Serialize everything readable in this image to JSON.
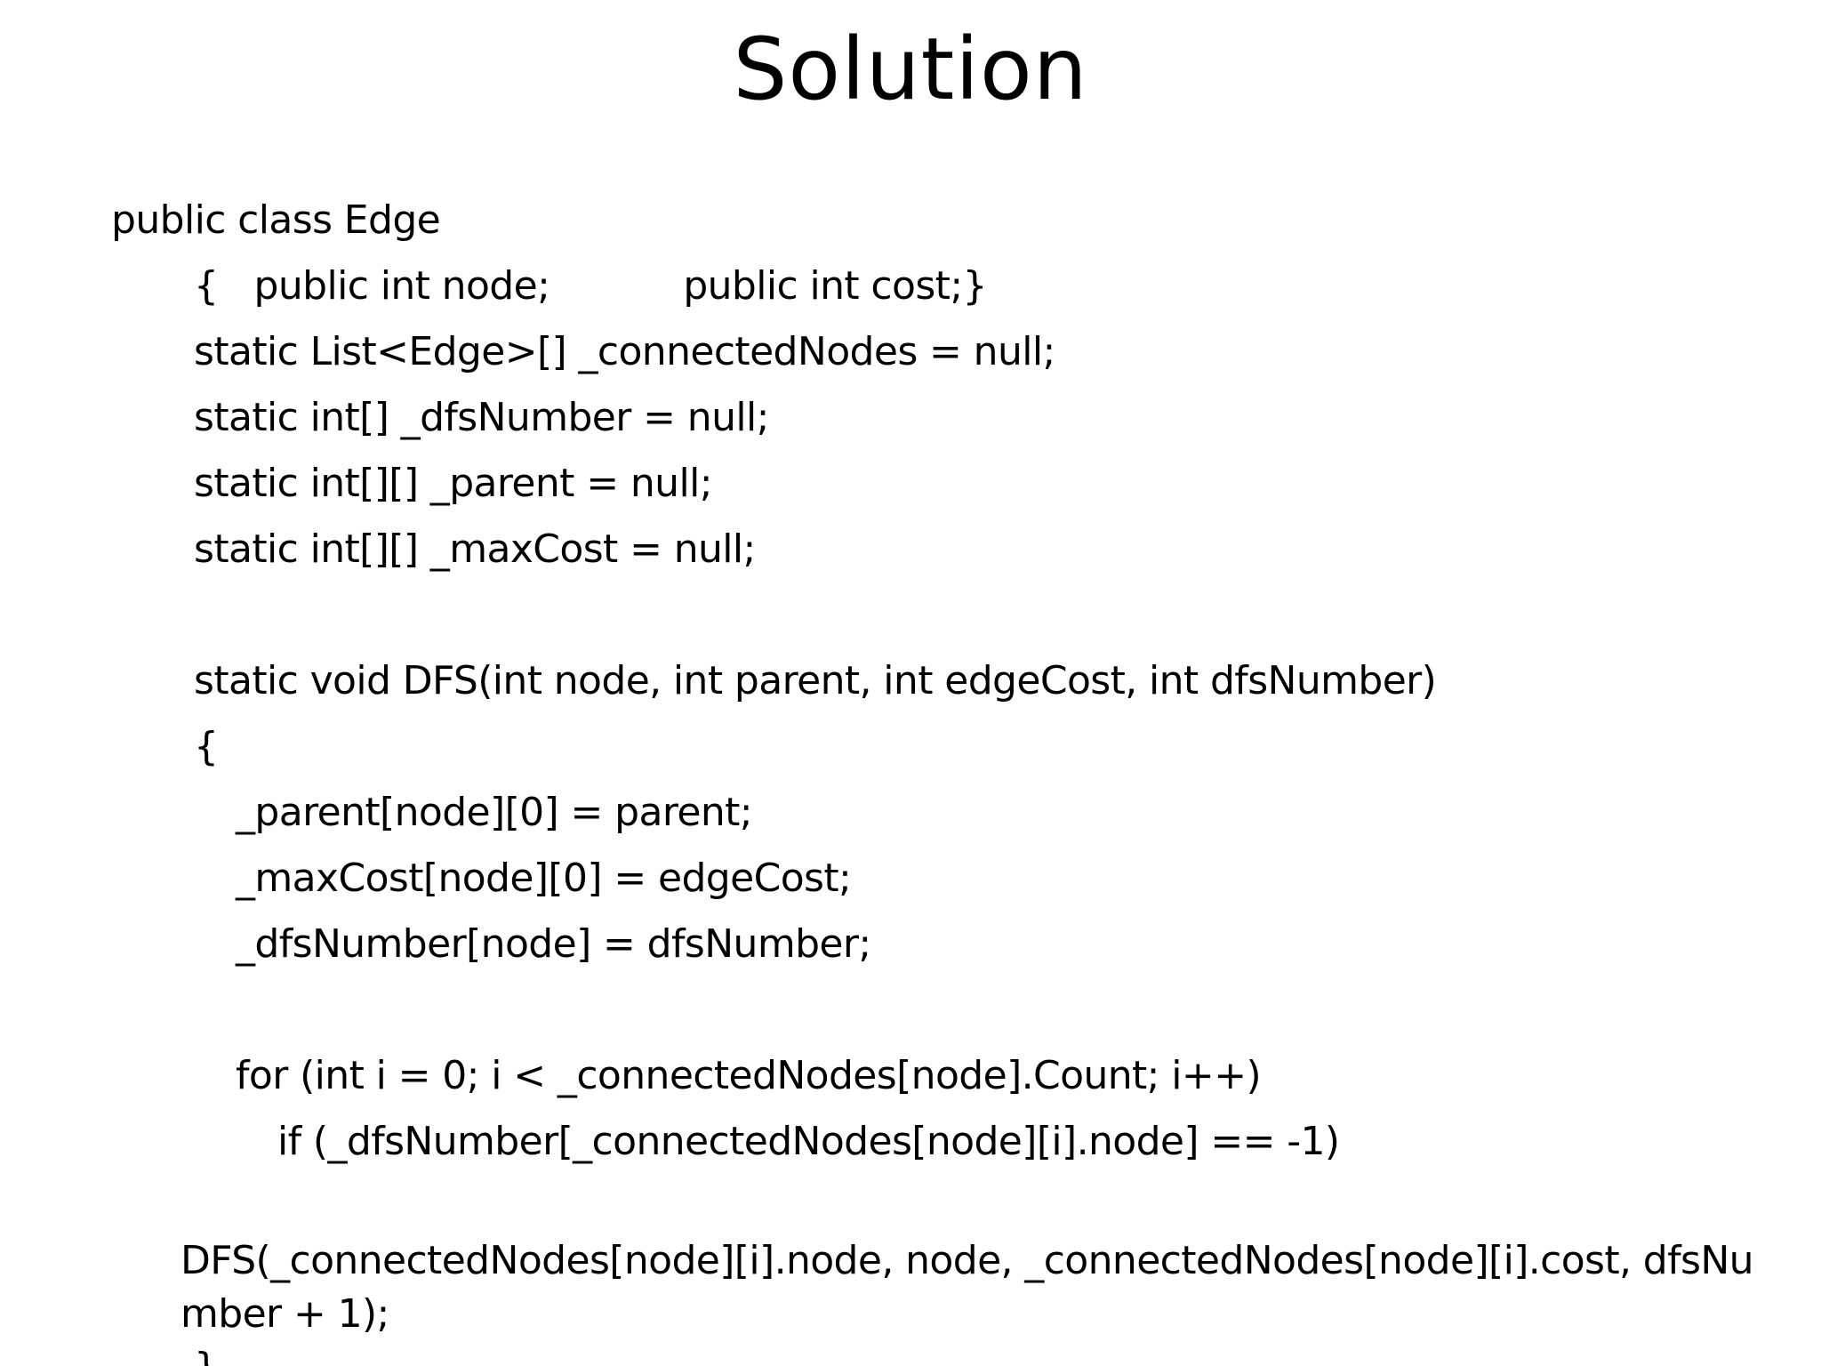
{
  "slide": {
    "title": "Solution",
    "code": {
      "l01": "public class Edge",
      "l02a": "{   public int node;",
      "l02b": "public int cost;}",
      "l03": "static List<Edge>[] _connectedNodes = null;",
      "l04": "static int[] _dfsNumber = null;",
      "l05": "static int[][] _parent = null;",
      "l06": "static int[][] _maxCost = null;",
      "l07": "static void DFS(int node, int parent, int edgeCost, int dfsNumber)",
      "l08": "{",
      "l09": "_parent[node][0] = parent;",
      "l10": "_maxCost[node][0] = edgeCost;",
      "l11": "_dfsNumber[node] = dfsNumber;",
      "l12": "for (int i = 0; i < _connectedNodes[node].Count; i++)",
      "l13": "if (_dfsNumber[_connectedNodes[node][i].node] == -1)",
      "l14": "DFS(_connectedNodes[node][i].node, node, _connectedNodes[node][i].cost, dfsNumber + 1);",
      "l15": "}"
    }
  }
}
